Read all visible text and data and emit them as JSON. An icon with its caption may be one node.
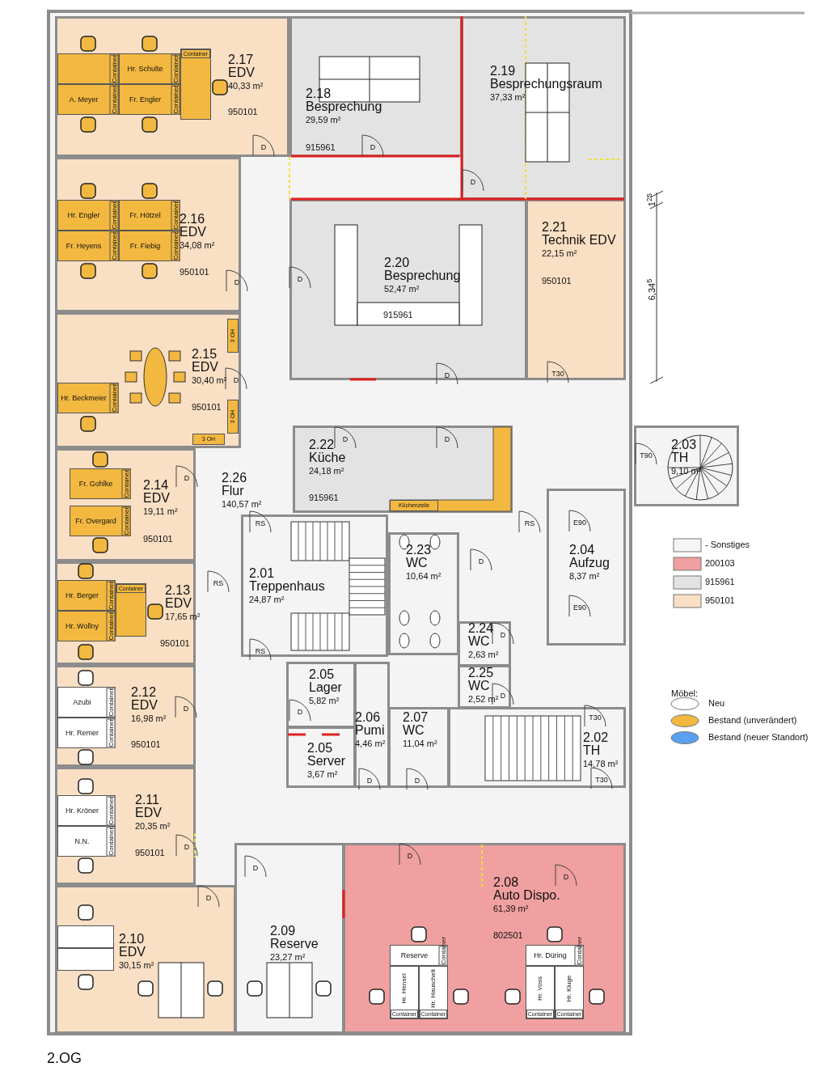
{
  "diagram": {
    "nodes": [
      {
        "text": [
          "2.17",
          "EDV",
          "40,33 m²",
          "950101"
        ]
      },
      {
        "text": [
          "Container"
        ],
        "in": 0
      },
      {
        "text": [
          "Hr. Schulte",
          "Container"
        ],
        "in": 0
      },
      {
        "text": [
          "A. Meyer",
          "Container"
        ],
        "in": 0
      },
      {
        "text": [
          "Fr. Engler",
          "Container"
        ],
        "in": 0
      },
      {
        "text": [
          "Container"
        ],
        "in": 0
      },
      {
        "text": [
          "2.18",
          "Besprechung",
          "29,59 m²",
          "915961"
        ]
      },
      {
        "text": [
          "2.19",
          "Besprechungsraum",
          "37,33 m²"
        ]
      },
      {
        "text": [
          "2.16",
          "EDV",
          "34,08 m²",
          "950101"
        ]
      },
      {
        "text": [
          "Hr. Engler",
          "Container"
        ],
        "in": 8
      },
      {
        "text": [
          "Fr. Hötzel",
          "Container"
        ],
        "in": 8
      },
      {
        "text": [
          "Fr. Heyens",
          "Container"
        ],
        "in": 8
      },
      {
        "text": [
          "Fr. Fiebig",
          "Container"
        ],
        "in": 8
      },
      {
        "text": [
          "2.20",
          "Besprechung",
          "52,47 m²",
          "915961"
        ]
      },
      {
        "text": [
          "2.21",
          "Technik EDV",
          "22,15 m²",
          "950101"
        ]
      },
      {
        "text": [
          "2.15",
          "EDV",
          "30,40 m²",
          "950101"
        ]
      },
      {
        "text": [
          "3 OH"
        ],
        "in": 15
      },
      {
        "text": [
          "3 OH"
        ],
        "in": 15
      },
      {
        "text": [
          "Hr. Beckmeier",
          "Container"
        ],
        "in": 15
      },
      {
        "text": [
          "3 OH"
        ],
        "in": 15
      },
      {
        "text": [
          "2.22",
          "Küche",
          "24,18 m²",
          "915961"
        ]
      },
      {
        "text": [
          "Küchenzeile"
        ],
        "in": 20
      },
      {
        "text": [
          "2.03",
          "TH",
          "9,10 m²"
        ]
      },
      {
        "text": [
          "2.14",
          "EDV",
          "19,11 m²",
          "950101"
        ]
      },
      {
        "text": [
          "Fr. Gohlke",
          "Container"
        ],
        "in": 23
      },
      {
        "text": [
          "Fr. Overgard",
          "Container"
        ],
        "in": 23
      },
      {
        "text": [
          "2.26",
          "Flur",
          "140,57 m²"
        ]
      },
      {
        "text": [
          "2.01",
          "Treppenhaus",
          "24,87 m²"
        ]
      },
      {
        "text": [
          "2.23",
          "WC",
          "10,64 m²"
        ]
      },
      {
        "text": [
          "2.04",
          "Aufzug",
          "8,37 m²"
        ]
      },
      {
        "text": [
          "2.13",
          "EDV",
          "17,65 m²",
          "950101"
        ]
      },
      {
        "text": [
          "Hr. Berger",
          "Container"
        ],
        "in": 30
      },
      {
        "text": [
          "Container"
        ],
        "in": 30
      },
      {
        "text": [
          "Hr. Wollny",
          "Container"
        ],
        "in": 30
      },
      {
        "text": [
          "2.24",
          "WC",
          "2,63 m²"
        ]
      },
      {
        "text": [
          "2.25",
          "WC",
          "2,52 m²"
        ]
      },
      {
        "text": [
          "2.12",
          "EDV",
          "16,98 m²",
          "950101"
        ]
      },
      {
        "text": [
          "Azubi",
          "Container"
        ],
        "in": 36
      },
      {
        "text": [
          "Hr. Remer",
          "Container"
        ],
        "in": 36
      },
      {
        "text": [
          "2.05",
          "Lager",
          "5,82 m²"
        ]
      },
      {
        "text": [
          "2.06",
          "Pumi",
          "4,46 m²"
        ]
      },
      {
        "text": [
          "2.07",
          "WC",
          "11,04 m²"
        ]
      },
      {
        "text": [
          "2.02",
          "TH",
          "14,78 m²"
        ]
      },
      {
        "text": [
          "2.05",
          "Server",
          "3,67 m²"
        ]
      },
      {
        "text": [
          "2.11",
          "EDV",
          "20,35 m²",
          "950101"
        ]
      },
      {
        "text": [
          "Hr. Kröner",
          "Container"
        ],
        "in": 44
      },
      {
        "text": [
          "N.N.",
          "Container"
        ],
        "in": 44
      },
      {
        "text": [
          "2.10",
          "EDV",
          "30,15 m²"
        ]
      },
      {
        "text": [],
        "shape": "box",
        "in": 47
      },
      {
        "text": [],
        "shape": "box",
        "in": 47
      },
      {
        "text": [
          "2.09",
          "Reserve",
          "23,27 m²"
        ]
      },
      {
        "text": [
          "2.08",
          "Auto Dispo.",
          "61,39 m²",
          "802501"
        ]
      },
      {
        "text": [
          "Reserve",
          "Container"
        ],
        "in": 51
      },
      {
        "text": [
          "Hr. Hensel",
          "Container"
        ],
        "in": 51
      },
      {
        "text": [
          "Hr. Hauschelt",
          "Container"
        ],
        "in": 51
      },
      {
        "text": [
          "Hr. Düring",
          "Container"
        ],
        "in": 51
      },
      {
        "text": [
          "Hr. Voss",
          "Container"
        ],
        "in": 51
      },
      {
        "text": [
          "Hr. Kluge",
          "Container"
        ],
        "in": 51
      }
    ],
    "labels": [
      "D",
      "D",
      "D",
      "1$^{25}$",
      "D",
      "D",
      "6,34$^{5}$",
      "T30",
      "D",
      "D",
      "D",
      "D",
      "T90",
      "D",
      "RS",
      "RS",
      "E90",
      "D",
      "RS",
      "E90",
      "D",
      "RS",
      "D",
      "D",
      "D",
      "T30",
      "D",
      "D",
      "T30",
      "D",
      "D",
      "D",
      "D",
      "D",
      "Möbel:",
      "2.OG"
    ],
    "legend": [
      {
        "text": "- Sonstiges",
        "color": "#f5f5f5"
      },
      {
        "text": "200103",
        "color": "#f0a0a0"
      },
      {
        "text": "915961",
        "color": "#e3e3e3"
      },
      {
        "text": "950101",
        "color": "#f9dfc4"
      },
      {
        "text": "Neu",
        "color": "#ffffff"
      },
      {
        "text": "Bestand (unverändert)",
        "color": "#f2b840"
      },
      {
        "text": "Bestand (neuer Standort)",
        "color": "#5aa0f0"
      }
    ]
  }
}
